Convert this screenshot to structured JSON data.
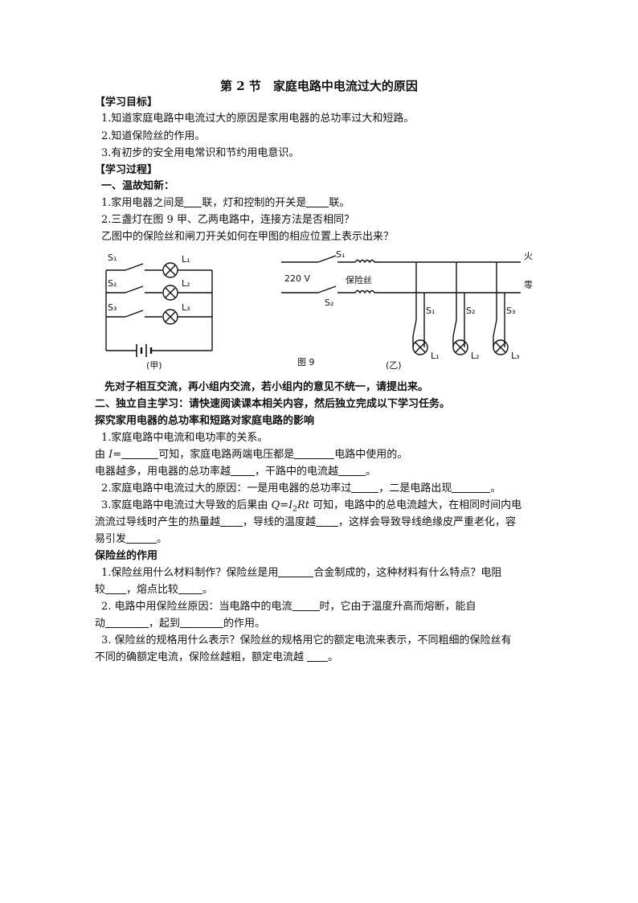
{
  "title": "第 2 节　家庭电路中电流过大的原因",
  "goals": {
    "heading": "【学习目标】",
    "items": [
      "1.知道家庭电路中电流过大的原因是家用电器的总功率过大和短路。",
      "2.知道保险丝的作用。",
      "3.有初步的安全用电常识和节约用电意识。"
    ]
  },
  "process": {
    "heading": "【学习过程】",
    "review": {
      "heading": "一、温故知新：",
      "q1_a": "1.家用电器之间是",
      "q1_b": "联，灯和控制的开关是",
      "q1_c": "联。",
      "q2": "2.三盏灯在图 9 甲、乙两电路中，连接方法是否相同？",
      "q3": "乙图中的保险丝和闸刀开关如何在甲图的相应位置上表示出来？"
    },
    "discuss": "先对子相互交流，再小组内交流，若小组内的意见不统一，请提出来。",
    "self_study": {
      "heading": "二、独立自主学习：请快速阅读课本相关内容，然后独立完成以下学习任务。",
      "topic1": "探究家用电器的总功率和短路对家庭电路的影响",
      "t1_1": "1.家庭电路中电流和电功率的关系。",
      "t1_2a": "由 ",
      "t1_2i": "I",
      "t1_2b": "=",
      "t1_2c": "可知，家庭电路两端电压都是",
      "t1_2d": "电路中使用的。",
      "t1_3a": "电器越多，用电器的总功率越",
      "t1_3b": "，干路中的电流越",
      "t1_3c": "。",
      "t1_4a": "2.家庭电路中电流过大的原因：一是用电器的总功率过",
      "t1_4b": "，二是电路出现",
      "t1_4c": "。",
      "t1_5a": "3.家庭电路中电流过大导致的后果由 ",
      "t1_5q": "Q",
      "t1_5eq": "=",
      "t1_5i": "I",
      "t1_5sub": "2",
      "t1_5rt": "Rt",
      "t1_5b": " 可知，电路中的总电流越大，在相同时间内电",
      "t1_6a": "流流过导线时产生的热量越",
      "t1_6b": "，导线的温度越",
      "t1_6c": "，这样会导致导线绝缘皮严重老化，容",
      "t1_7a": "易引发",
      "t1_7b": "。",
      "topic2": "保险丝的作用",
      "t2_1a": "1.保险丝用什么材料制作？保险丝是用",
      "t2_1b": "合金制成的，这种材料有什么特点？电阻",
      "t2_2a": "较",
      "t2_2b": "，熔点比较",
      "t2_2c": "。",
      "t2_3a": "2. 电路中用保险丝原因：当电路中的电流",
      "t2_3b": "时，它由于温度升高而熔断，能自",
      "t2_4a": "动",
      "t2_4b": "，起到",
      "t2_4c": "的作用。",
      "t2_5": "3. 保险丝的规格用什么表示？保险丝的规格用它的额定电流来表示，不同粗细的保险丝有",
      "t2_6a": "不同的确额定电流，保险丝越粗，额定电流越 ",
      "t2_6b": "。"
    }
  },
  "figure": {
    "jia": {
      "switches": [
        "S₁",
        "S₂",
        "S₃"
      ],
      "lamps": [
        "L₁",
        "L₂",
        "L₃"
      ],
      "caption": "(甲)"
    },
    "yi": {
      "voltage": "220 V",
      "fuse_label": "保险丝",
      "main_switches": [
        "S₁",
        "S₂"
      ],
      "live": "火",
      "neutral": "零",
      "switches": [
        "S₁",
        "S₂",
        "S₃"
      ],
      "lamps": [
        "L₁",
        "L₂",
        "L₃"
      ],
      "caption": "(乙)"
    },
    "fig_label": "图 9"
  }
}
